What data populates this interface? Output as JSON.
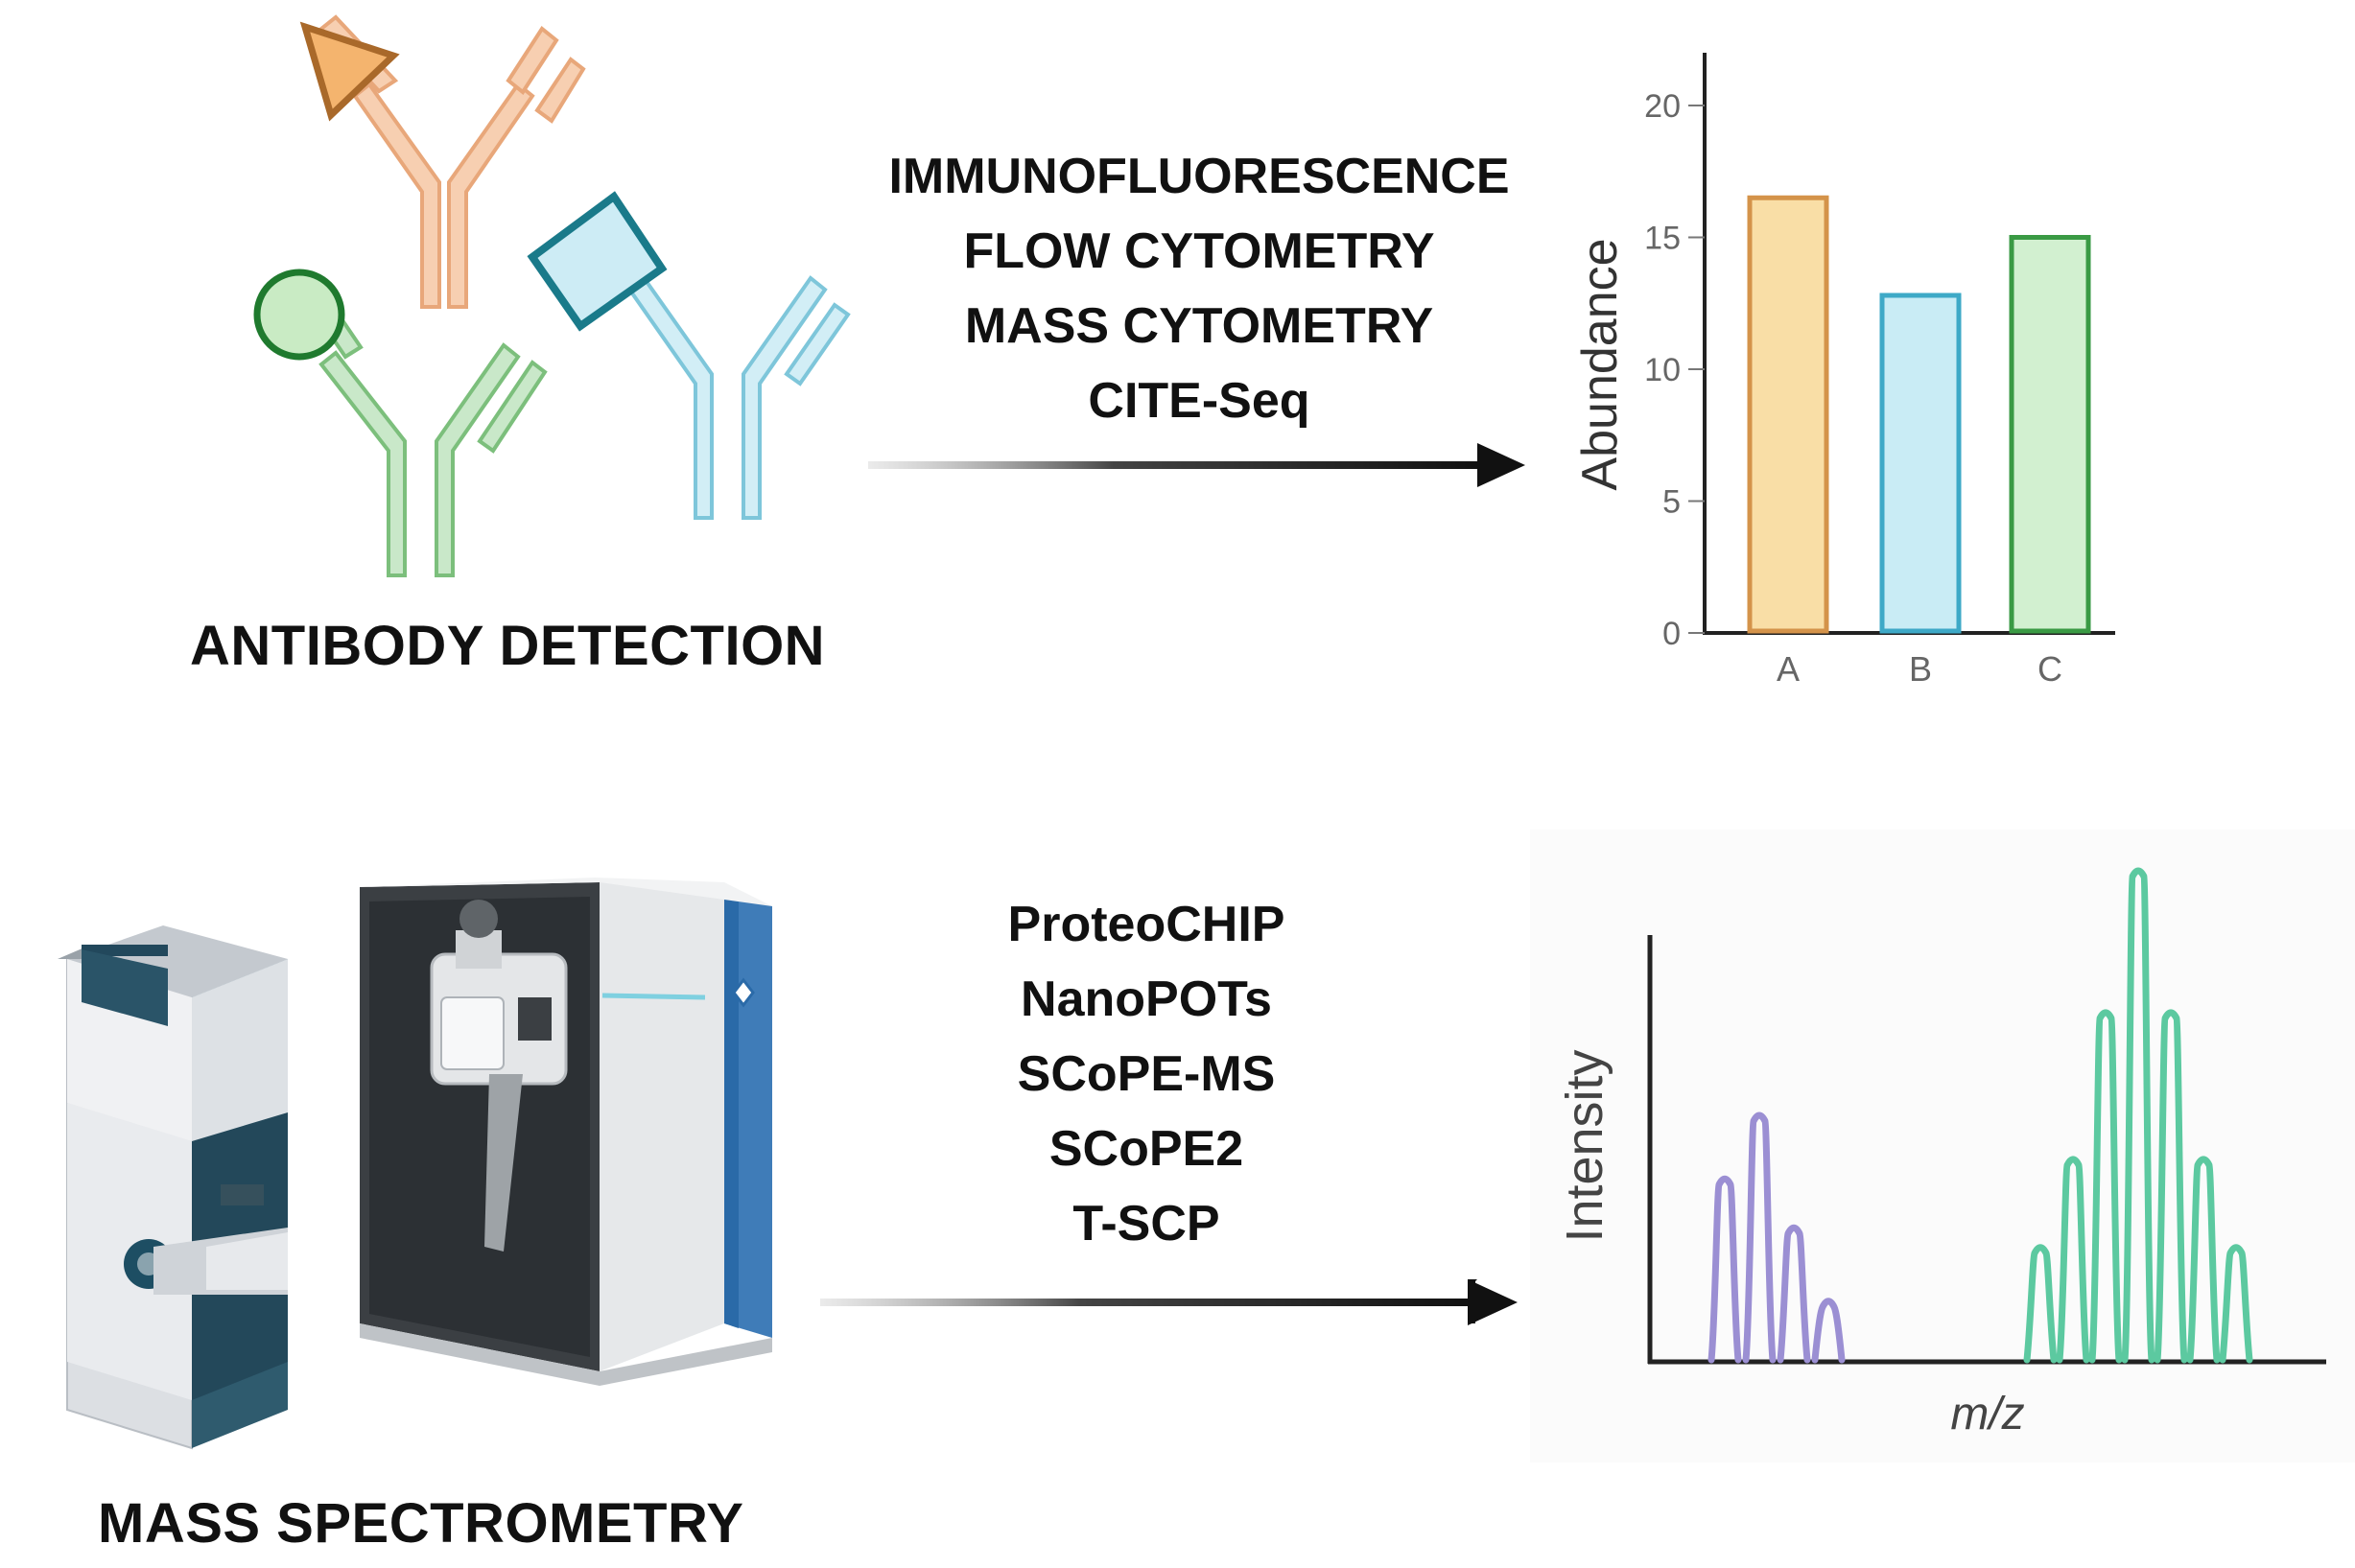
{
  "top": {
    "title": "ANTIBODY DETECTION",
    "methods": [
      "IMMUNOFLUORESCENCE",
      "FLOW CYTOMETRY",
      "MASS CYTOMETRY",
      "CITE-Seq"
    ]
  },
  "bottom": {
    "title": "MASS SPECTROMETRY",
    "methods": [
      "ProteoCHIP",
      "NanoPOTs",
      "SCoPE-MS",
      "SCoPE2",
      "T-SCP"
    ]
  },
  "colors": {
    "antibody_orange": "#f2b48a",
    "antibody_green": "#9fd19f",
    "antibody_blue": "#a6dcea",
    "bar_a": "#f9dea6",
    "bar_b": "#c9ecf5",
    "bar_c": "#d2f0d0",
    "peak_purple": "#9b8fd3",
    "peak_green": "#5cc9a0"
  },
  "chart_data": [
    {
      "type": "bar",
      "categories": [
        "A",
        "B",
        "C"
      ],
      "values": [
        16.5,
        12.8,
        15.0
      ],
      "ylabel": "Abundance",
      "xlabel": "",
      "ylim": [
        0,
        22
      ],
      "yticks": [
        "0",
        "5",
        "10",
        "15",
        "20"
      ],
      "grid": false
    },
    {
      "type": "line",
      "xlabel": "m/z",
      "ylabel": "Intensity",
      "series": [
        {
          "x": [
            1,
            2,
            3,
            4
          ],
          "values": [
            0.37,
            0.5,
            0.27,
            0.12
          ]
        },
        {
          "x": [
            7,
            8,
            9,
            10,
            11,
            12,
            13
          ],
          "values": [
            0.23,
            0.41,
            0.71,
            1.0,
            0.71,
            0.41,
            0.23
          ]
        }
      ],
      "grid": false
    }
  ]
}
